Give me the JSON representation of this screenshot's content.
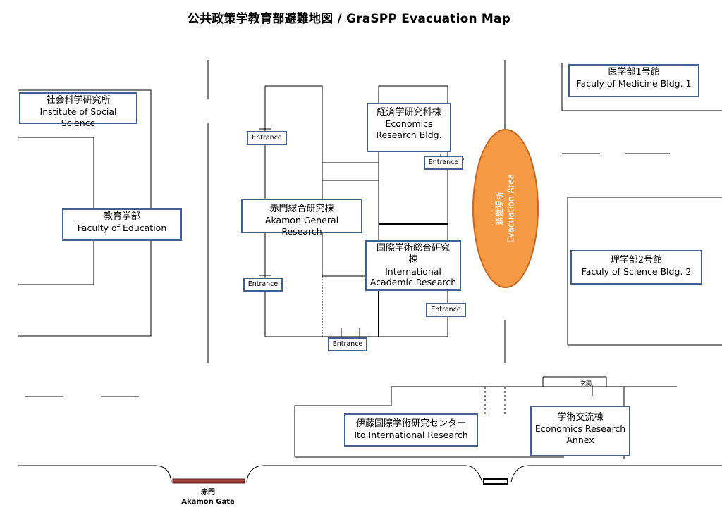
{
  "title": "公共政策学教育部避難地図 / GraSPP Evacuation Map",
  "buildings": {
    "medicine": {
      "jp": "医学部1号館",
      "en": "Faculy of Medicine Bldg. 1"
    },
    "social_science": {
      "jp": "社会科学研究所",
      "en": "Institute of Social Science"
    },
    "economics": {
      "jp": "経済学研究科棟",
      "en1": "Economics",
      "en2": "Research Bldg."
    },
    "education": {
      "jp": "教育学部",
      "en": "Faculty of Education"
    },
    "akamon": {
      "jp": "赤門総合研究棟",
      "en": "Akamon General Research"
    },
    "international": {
      "jp1": "国際学術総合研究",
      "jp2": "棟",
      "en1": "International",
      "en2": "Academic Research"
    },
    "science": {
      "jp": "理学部2号館",
      "en": "Faculy of Science Bldg. 2"
    },
    "ito": {
      "jp": "伊藤国際学術研究センター",
      "en": "Ito International Research"
    },
    "annex": {
      "jp": "学術交流棟",
      "en1": "Economics Research",
      "en2": "Annex"
    }
  },
  "entrance_label": "Entrance",
  "evacuation": {
    "jp": "避難場所",
    "en": "Evacuation Area",
    "color": "#f59a44",
    "border": "#c8671f"
  },
  "gate": {
    "jp": "赤門",
    "en": "Akamon Gate",
    "color": "#a0413d"
  },
  "genkan": "玄関",
  "colors": {
    "label_border": "#41608f",
    "line": "#000000"
  }
}
